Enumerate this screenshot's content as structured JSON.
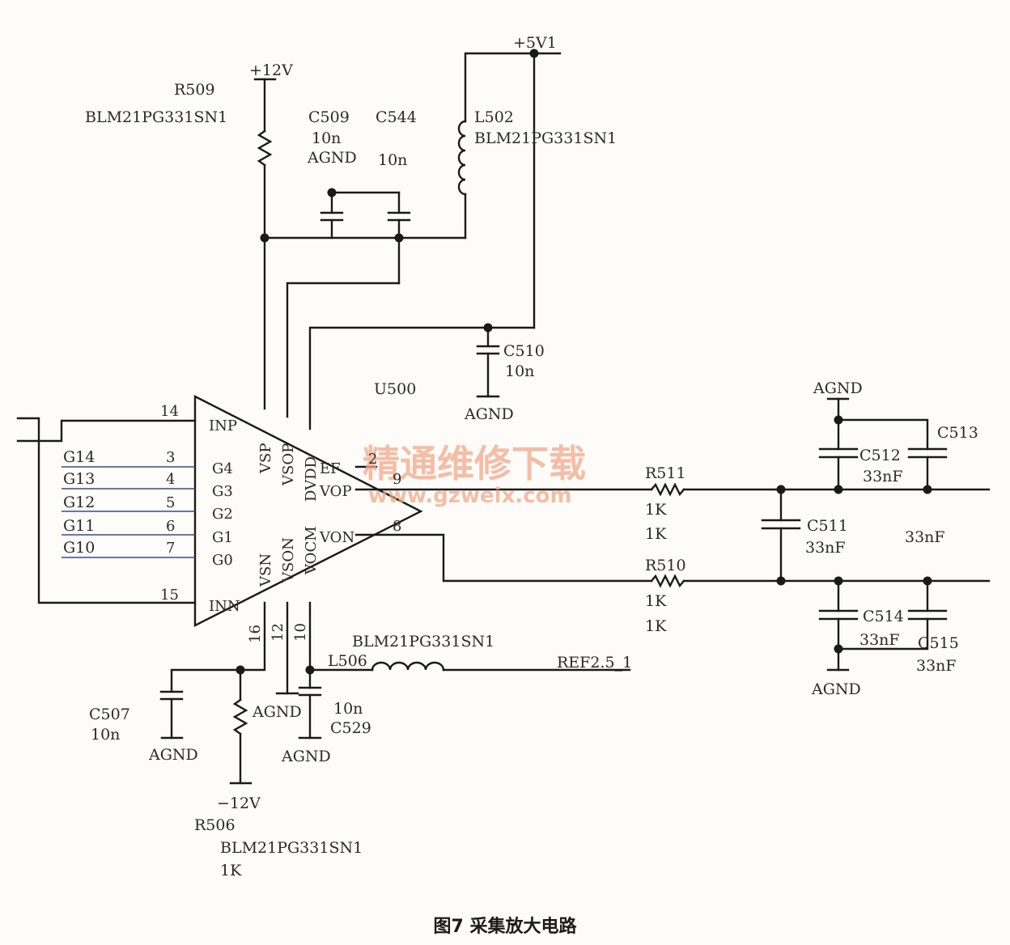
{
  "caption": "图7 采集放大电路",
  "watermark": {
    "title": "精通维修下载",
    "url": "www.gzweix.com"
  },
  "power": {
    "p12v": "+12V",
    "p5v": "+5V1",
    "n12v": "−12V",
    "ref": "REF2.5_1",
    "agnd": "AGND"
  },
  "chip": {
    "ref": "U500",
    "inputs": [
      {
        "pin": "14",
        "name": "INP"
      },
      {
        "pin": "3",
        "name": "G4",
        "net": "G14"
      },
      {
        "pin": "4",
        "name": "G3",
        "net": "G13"
      },
      {
        "pin": "5",
        "name": "G2",
        "net": "G12"
      },
      {
        "pin": "6",
        "name": "G1",
        "net": "G11"
      },
      {
        "pin": "7",
        "name": "G0",
        "net": "G10"
      },
      {
        "pin": "15",
        "name": "INN"
      }
    ],
    "top_pins": [
      "VSP",
      "VSOP",
      "DVDD"
    ],
    "bottom_pins": [
      "VSN",
      "VSON",
      "VOCM"
    ],
    "bottom_pin_numbers": [
      "16",
      "12",
      "10"
    ],
    "outputs": [
      {
        "pin": "2",
        "name": "EF"
      },
      {
        "pin": "9",
        "name": "VOP"
      },
      {
        "pin": "8",
        "name": "VON"
      }
    ]
  },
  "components": {
    "R509": {
      "ref": "R509",
      "value": "BLM21PG331SN1"
    },
    "C509": {
      "ref": "C509",
      "value": "10n"
    },
    "C544": {
      "ref": "C544",
      "value": "10n"
    },
    "L502": {
      "ref": "L502",
      "value": "BLM21PG331SN1"
    },
    "C510": {
      "ref": "C510",
      "value": "10n"
    },
    "R511": {
      "ref": "R511",
      "value": "1K",
      "value2": "1K"
    },
    "R510": {
      "ref": "R510",
      "value": "1K",
      "value2": "1K"
    },
    "C511": {
      "ref": "C511",
      "value": "33nF"
    },
    "C512": {
      "ref": "C512",
      "value": "33nF"
    },
    "C513": {
      "ref": "C513",
      "value": "33nF"
    },
    "C514": {
      "ref": "C514",
      "value": "33nF"
    },
    "C515": {
      "ref": "C515",
      "value": "33nF"
    },
    "L506": {
      "ref": "L506",
      "value": "BLM21PG331SN1"
    },
    "C529": {
      "ref": "C529",
      "value": "10n"
    },
    "C507": {
      "ref": "C507",
      "value": "10n"
    },
    "R506": {
      "ref": "R506",
      "value": "BLM21PG331SN1",
      "value2": "1K"
    }
  }
}
